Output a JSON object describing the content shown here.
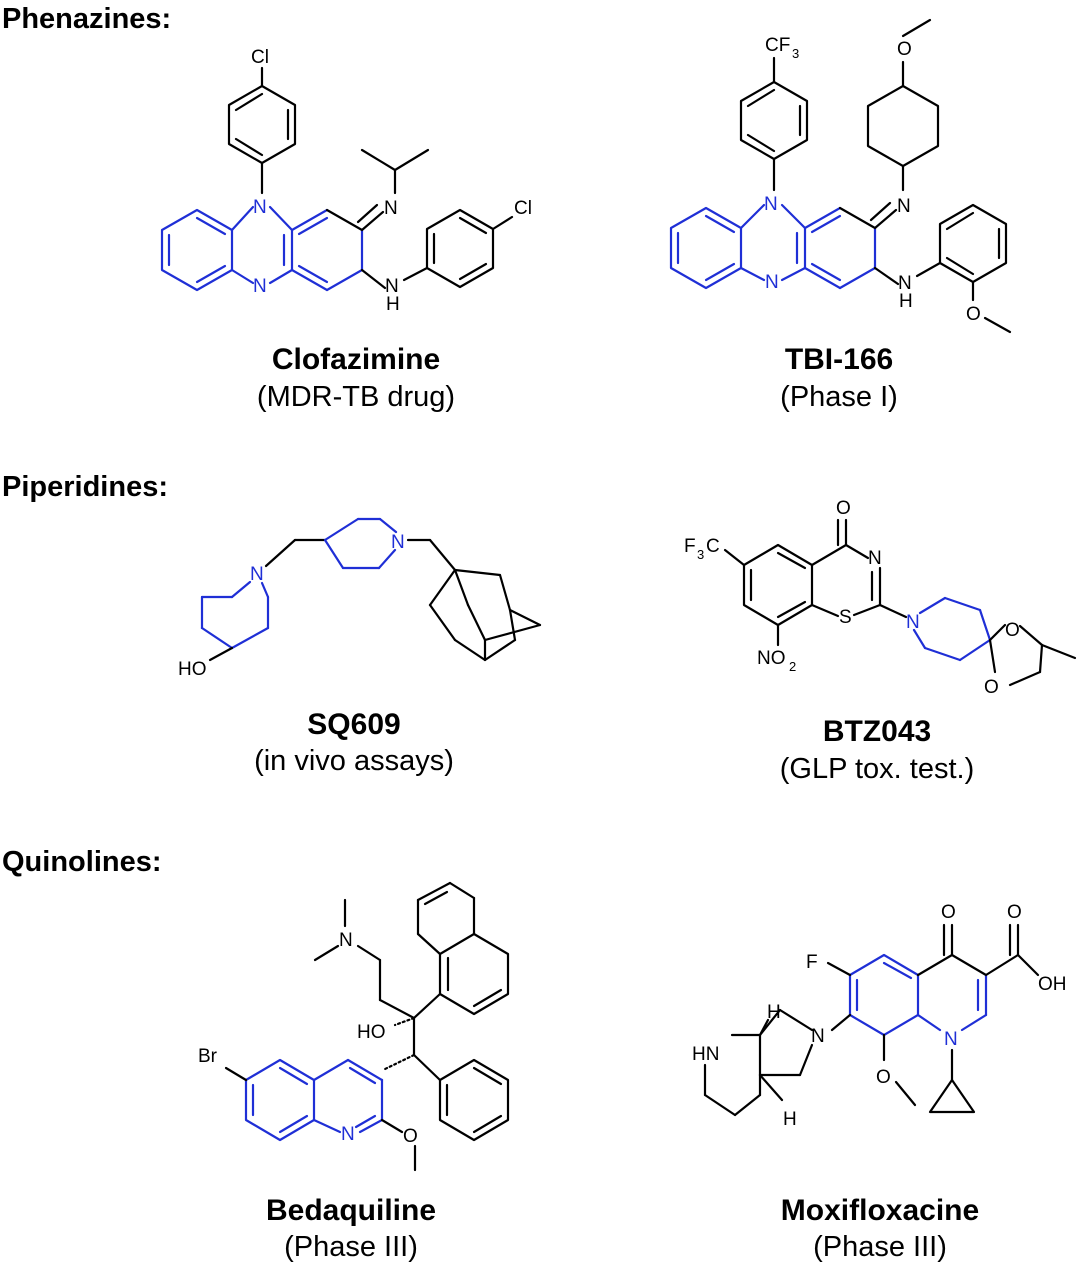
{
  "sections": {
    "phenazines": "Phenazines:",
    "piperidines": "Piperidines:",
    "quinolines": "Quinolines:"
  },
  "colors": {
    "scaffold": "#1f2fd6",
    "bond": "#000000"
  },
  "compounds": {
    "clofazimine": {
      "name": "Clofazimine",
      "status": "(MDR-TB drug)",
      "atoms": {
        "cl_top": "Cl",
        "cl_right": "Cl",
        "n_ring_top": "N",
        "n_ring_bottom": "N",
        "n_imine": "N",
        "nh_n": "N",
        "nh_h": "H"
      }
    },
    "tbi166": {
      "name": "TBI-166",
      "status": "(Phase I)",
      "atoms": {
        "cf3_c": "CF",
        "cf3_3": "3",
        "o_top": "O",
        "n_ring_top": "N",
        "n_ring_bottom": "N",
        "n_imine": "N",
        "nh_n": "N",
        "nh_h": "H",
        "o_ome": "O"
      }
    },
    "sq609": {
      "name": "SQ609",
      "status": "(in vivo assays)",
      "atoms": {
        "n_left": "N",
        "n_right": "N",
        "ho": "HO"
      }
    },
    "btz043": {
      "name": "BTZ043",
      "status": "(GLP tox. test.)",
      "atoms": {
        "o_carbonyl": "O",
        "n_thiazine": "N",
        "s": "S",
        "n_pip": "N",
        "cf3_f": "F",
        "cf3_3": "3",
        "cf3_c": "C",
        "no2_no": "NO",
        "no2_2": "2",
        "o_top": "O",
        "o_bottom": "O"
      }
    },
    "bedaquiline": {
      "name": "Bedaquiline",
      "status": "(Phase III)",
      "atoms": {
        "n_amine": "N",
        "ho": "HO",
        "br": "Br",
        "n_quin": "N",
        "o_ome": "O"
      }
    },
    "moxifloxacine": {
      "name": "Moxifloxacine",
      "status": "(Phase III)",
      "atoms": {
        "o_carbonyl": "O",
        "o_acid": "O",
        "oh": "OH",
        "f": "F",
        "n_pyrrolidine": "N",
        "n_quin": "N",
        "o_ome": "O",
        "hn": "HN",
        "h_top": "H",
        "h_bottom": "H"
      }
    }
  }
}
